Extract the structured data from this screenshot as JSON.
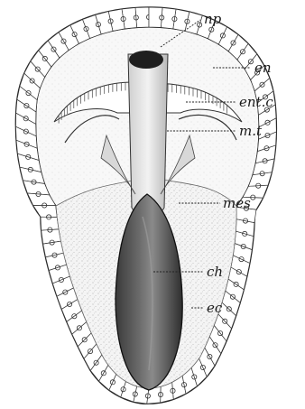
{
  "labels": {
    "np": "np",
    "en": "en",
    "ent_c": "ent.c",
    "m_t": "m.t",
    "mes": "mes",
    "ch": "ch",
    "ec": "ec"
  }
}
